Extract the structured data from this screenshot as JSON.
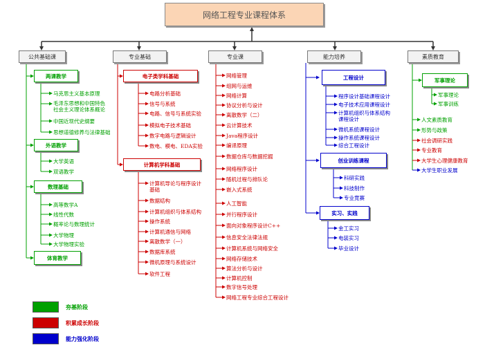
{
  "title": "网络工程专业课程体系",
  "colors": {
    "foundation": "#00a000",
    "accumulation": "#cc0000",
    "strengthening": "#0000cc"
  },
  "categories": {
    "public": "公共基础课",
    "professional_base": "专业基础",
    "professional": "专业课",
    "ability": "能力培养",
    "quality": "素质教育"
  },
  "public": {
    "groups": {
      "politics": {
        "label": "两课教学",
        "items": [
          "马克思主义基本原理",
          "毛泽东思想和中国特色社会主义理论体系概论",
          "中国近现代史纲要",
          "思想道德修养与法律基础"
        ]
      },
      "foreign": {
        "label": "外语教学",
        "items": [
          "大学英语",
          "双语教学"
        ]
      },
      "math": {
        "label": "数理基础",
        "items": [
          "高等数学A",
          "线性代数",
          "概率论与数理统计",
          "大学物理",
          "大学物理实验"
        ]
      },
      "pe": {
        "label": "体育教学"
      }
    }
  },
  "professional_base": {
    "groups": {
      "electronics": {
        "label": "电子类学科基础",
        "items": [
          "电路分析基础",
          "信号与系统",
          "电路、信号与系统实验",
          "模拟电子技术基础",
          "数字电路与逻辑设计",
          "数电、模电、EDA实验"
        ]
      },
      "computer": {
        "label": "计算机学科基础",
        "items": [
          "计算机导论与程序设计基础",
          "数据结构",
          "计算机组织与体系结构",
          "操作系统",
          "计算机通信与网络",
          "离散数学（一）",
          "数据库系统",
          "微机原理与系统设计",
          "软件工程"
        ]
      }
    }
  },
  "professional": {
    "items": [
      "网络管理",
      "组网与运维",
      "网络计算",
      "协议分析与设计",
      "离散数学（二）",
      "云计算技术",
      "Java程序设计",
      "编译原理",
      "数据仓库与数据挖掘",
      "网络程序设计",
      "随机过程与排队论",
      "嵌入式系统",
      "人工智能",
      "并行程序设计",
      "面向对象程序设计C++",
      "信息安全法律法规",
      "计算机系统与网络安全",
      "网络存储技术",
      "算法分析与设计",
      "计算机控制",
      "数字信号处理",
      "网络工程专业综合工程设计"
    ]
  },
  "ability": {
    "groups": {
      "engineering": {
        "label": "工程设计",
        "items": [
          "程序设计基础课程设计",
          "电子技术应用课程设计",
          "计算机组织与体系结构课程设计",
          "微机系统课程设计",
          "操作系统课程设计",
          "综合工程设计"
        ]
      },
      "innovation": {
        "label": "创业训练课程",
        "items": [
          "科研实践",
          "科技制作",
          "专业竞赛"
        ]
      },
      "practice": {
        "label": "实习、实践",
        "items": [
          "金工实习",
          "电装实习",
          "毕业设计"
        ]
      }
    }
  },
  "quality": {
    "groups": {
      "military": {
        "label": "军事理论",
        "items": [
          "军事理论",
          "军事训练"
        ]
      }
    },
    "items": [
      "人文素质教育",
      "形势与政策",
      "社会调研实践",
      "专业教育",
      "大学生心理健康教育",
      "大学生职业发展"
    ]
  },
  "legend": {
    "foundation": "夯基阶段",
    "accumulation": "积累成长阶段",
    "strengthening": "能力强化阶段"
  }
}
